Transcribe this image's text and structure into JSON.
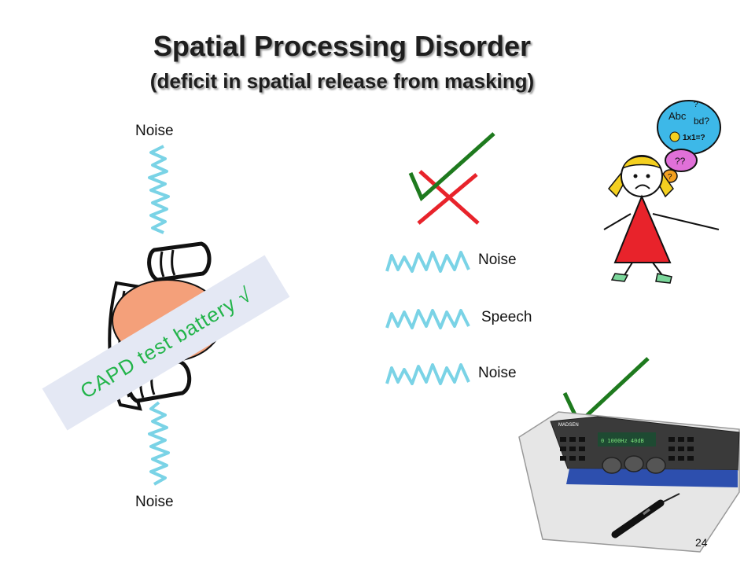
{
  "slide": {
    "title": "Spatial Processing Disorder",
    "subtitle": "(deficit in spatial release from masking)",
    "page_number": "24"
  },
  "labels": {
    "noise_top": "Noise",
    "noise_bottom": "Noise",
    "noise_right_1": "Noise",
    "speech_right": "Speech",
    "noise_right_2": "Noise"
  },
  "capd_label": "CAPD test battery √",
  "girl_thought_bubble": {
    "abc": "Abc",
    "bd": "bd?",
    "math": "1x1=?",
    "q1": "?",
    "q2": "??",
    "q3": "?"
  },
  "audiometer_display": {
    "line1": "0 1000Hz 40dB",
    "brand": "MADSEN"
  },
  "colors": {
    "check_green": "#1e7a1e",
    "cross_red": "#e8232b",
    "wave_blue": "#7ad3e6",
    "capd_green": "#22b44a",
    "head_orange": "#f4a07a"
  }
}
